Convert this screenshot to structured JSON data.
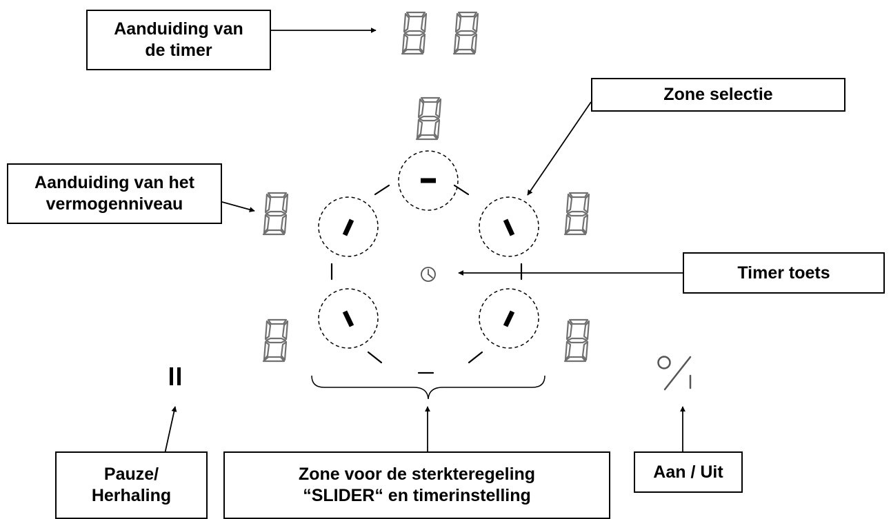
{
  "labels": {
    "timer_display": "Aanduiding van\nde timer",
    "zone_selection": "Zone selectie",
    "power_level": "Aanduiding van het\nvermogenniveau",
    "timer_key": "Timer toets",
    "pause": "Pauze/\nHerhaling",
    "slider_zone": "Zone voor de sterkteregeling\n“SLIDER“ en timerinstelling",
    "on_off": "Aan / Uit"
  },
  "colors": {
    "segment": "#707070",
    "text": "#000000",
    "line": "#000000"
  },
  "icons": {
    "timer_digits": "seven-segment-digit",
    "timer_key": "clock-icon",
    "pause": "pause-icon",
    "on_off": "power-icon"
  }
}
